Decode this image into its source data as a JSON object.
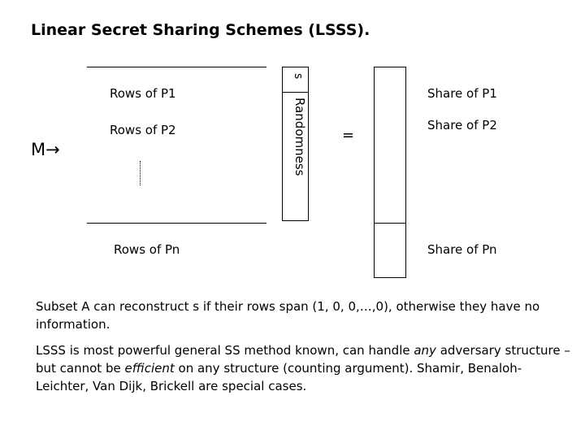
{
  "title": "Linear Secret Sharing Schemes (LSSS).",
  "matrix": {
    "m_label": "M",
    "arrow": "→",
    "rows": [
      "Rows of P1",
      "Rows of P2",
      "Rows of Pn"
    ],
    "ellipsis": "....."
  },
  "vector": {
    "secret": "s",
    "randomness": "Randomness"
  },
  "equals": "=",
  "shares": [
    "Share of P1",
    "Share of P2",
    "Share of Pn"
  ],
  "text": {
    "para1": "Subset A can reconstruct s if their rows span (1, 0, 0,…,0), otherwise they have no information.",
    "para2_a": "LSSS is most powerful general SS method known, can handle ",
    "para2_b": "any",
    "para2_c": " adversary structure – but cannot be ",
    "para2_d": "efficient",
    "para2_e": " on any structure (counting argument). Shamir, Benaloh-Leichter, Van Dijk, Brickell are special cases."
  }
}
